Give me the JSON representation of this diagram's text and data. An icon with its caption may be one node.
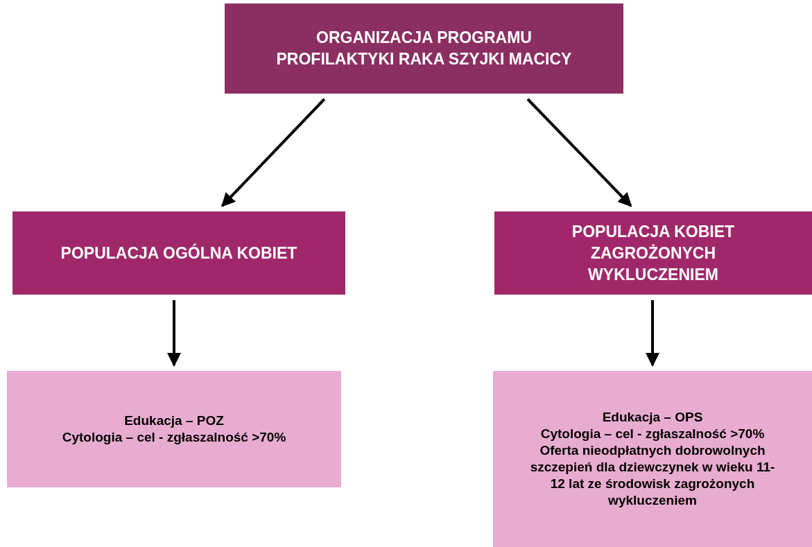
{
  "diagram": {
    "nodes": [
      {
        "text": [
          "ORGANIZACJA PROGRAMU PROFILAKTYKI RAKA SZYJKI MACICY"
        ]
      },
      {
        "text": [
          "POPULACJA OGÓLNA KOBIET"
        ]
      },
      {
        "text": [
          "POPULACJA KOBIET ZAGROŻONYCH WYKLUCZENIEM"
        ]
      },
      {
        "text": [
          "Edukacja – POZ",
          "Cytologia – cel - zgłaszalność >70%"
        ]
      },
      {
        "text": [
          "Edukacja – OPS",
          "Cytologia – cel - zgłaszalność >70%",
          "Oferta nieodpłatnych dobrowolnych szczepień dla dziewczynek w wieku 11-12 lat ze środowisk zagrożonych wykluczeniem"
        ]
      }
    ],
    "edges": [
      {
        "from": 0,
        "to": 1,
        "arrow": "to"
      },
      {
        "from": 0,
        "to": 2,
        "arrow": "to"
      },
      {
        "from": 1,
        "to": 3,
        "arrow": "to"
      },
      {
        "from": 2,
        "to": 4,
        "arrow": "to"
      }
    ]
  }
}
